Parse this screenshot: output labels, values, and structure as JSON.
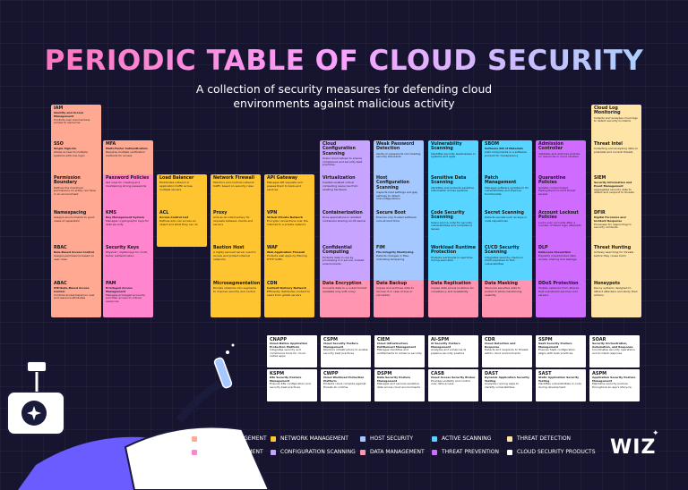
{
  "header": {
    "title": "PERIODIC TABLE OF CLOUD SECURITY",
    "subtitle": "A collection of security measures for defending cloud environments against malicious activity"
  },
  "colors": {
    "identity": "#ffa892",
    "network": "#ffc531",
    "host": "#a4c8ff",
    "active": "#57d4ff",
    "threat_detection": "#ffe4a8",
    "secret": "#ff86ce",
    "configuration": "#c6a4ff",
    "data": "#ff95b1",
    "threat_prevention": "#d06bff",
    "cloud_products": "#ffffff"
  },
  "elements": [
    {
      "name": "IAM",
      "sub": "Identity and Access Management",
      "desc": "Controls user and machine access to resources",
      "cat": "identity"
    },
    {
      "name": "SSO",
      "sub": "Single Sign-On",
      "desc": "Allows access to multiple systems with one login",
      "cat": "identity"
    },
    {
      "name": "MFA",
      "sub": "Multi-Factor Authentication",
      "desc": "Requires multiple verification methods for access",
      "cat": "identity"
    },
    {
      "name": "Permission Boundary",
      "sub": "",
      "desc": "Defines the maximum permissions an entity can have in an environment",
      "cat": "identity"
    },
    {
      "name": "Password Policies",
      "sub": "",
      "desc": "Set rules for creating and maintaining strong passwords",
      "cat": "secret"
    },
    {
      "name": "Load Balancer",
      "sub": "",
      "desc": "Distributes network or application traffic across multiple servers",
      "cat": "network"
    },
    {
      "name": "Network Firewall",
      "sub": "",
      "desc": "Monitors and controls network traffic based on security rules",
      "cat": "network"
    },
    {
      "name": "API Gateway",
      "sub": "",
      "desc": "Manages API requests and passes them to back-end services",
      "cat": "network"
    },
    {
      "name": "Namespacing",
      "sub": "",
      "desc": "Assigns environments to good cases of separation",
      "cat": "identity"
    },
    {
      "name": "KMS",
      "sub": "Key Management System",
      "desc": "Manages cryptographic keys for data security",
      "cat": "secret"
    },
    {
      "name": "ACL",
      "sub": "Access Control List",
      "desc": "Defines who can access an object and what they can do",
      "cat": "network"
    },
    {
      "name": "Proxy",
      "sub": "",
      "desc": "Acts as an intermediary for requests between clients and servers",
      "cat": "network"
    },
    {
      "name": "VPN",
      "sub": "Virtual Private Network",
      "desc": "Encrypts connections over the internet to a private network",
      "cat": "network"
    },
    {
      "name": "RBAC",
      "sub": "Role-Based Access Control",
      "desc": "Assigns permissions based on user roles",
      "cat": "identity"
    },
    {
      "name": "Security Keys",
      "sub": "",
      "desc": "Physical / digital keys for multi-factor authentication",
      "cat": "secret"
    },
    {
      "name": "Bastion Host",
      "sub": "",
      "desc": "A highly secured server used to access and protect internal networks",
      "cat": "network"
    },
    {
      "name": "WAF",
      "sub": "Web Application Firewall",
      "desc": "Protects web apps by filtering HTTP traffic",
      "cat": "network"
    },
    {
      "name": "ABAC",
      "sub": "Attribute-Based Access Control",
      "desc": "Controls access based on user and resource attributes",
      "cat": "identity"
    },
    {
      "name": "PAM",
      "sub": "Privileged Access Management",
      "desc": "Manages privileged accounts and their access to critical resources",
      "cat": "secret"
    },
    {
      "name": "Microsegmentation",
      "sub": "",
      "desc": "Divides networks into segments to improve security and control",
      "cat": "network"
    },
    {
      "name": "CDN",
      "sub": "Content Delivery Network",
      "desc": "Efficiently distributes content to users from global servers",
      "cat": "network"
    },
    {
      "name": "Cloud Configuration Scanning",
      "sub": "",
      "desc": "Scans cloud setups to ensure compliance and security best practices",
      "cat": "configuration"
    },
    {
      "name": "Weak Password Detection",
      "sub": "",
      "desc": "Alerts on passwords not meeting security standards",
      "cat": "host"
    },
    {
      "name": "Vulnerability Scanning",
      "sub": "",
      "desc": "Identifies security weaknesses in systems and apps",
      "cat": "active"
    },
    {
      "name": "SBOM",
      "sub": "Software Bill of Materials",
      "desc": "Lists components in a software product for transparency",
      "cat": "active"
    },
    {
      "name": "Virtualization",
      "sub": "",
      "desc": "Creates isolated virtual computing resources from existing hardware",
      "cat": "configuration"
    },
    {
      "name": "Host Configuration Scanning",
      "sub": "",
      "desc": "Inspects host settings and gap settings to detect misconfigurations",
      "cat": "host"
    },
    {
      "name": "Sensitive Data Scanning",
      "sub": "",
      "desc": "Identifies and protects sensitive information across systems",
      "cat": "active"
    },
    {
      "name": "Patch Management",
      "sub": "",
      "desc": "Manages software updates to fix vulnerabilities and improve functionality",
      "cat": "active"
    },
    {
      "name": "Containerization",
      "sub": "",
      "desc": "Runs applications in isolated containers sharing an OS kernel",
      "cat": "configuration"
    },
    {
      "name": "Secure Boot",
      "sub": "",
      "desc": "Ensures only trusted software runs at boot time",
      "cat": "host"
    },
    {
      "name": "Code Security Scanning",
      "sub": "",
      "desc": "Scans source code for security vulnerabilities and compliance issues",
      "cat": "active"
    },
    {
      "name": "Secret Scanning",
      "sub": "",
      "desc": "Detects secrets such as keys in code repositories",
      "cat": "active"
    },
    {
      "name": "Confidential Computing",
      "sub": "",
      "desc": "Protects data in use by processing it in secure, trusted environments",
      "cat": "configuration"
    },
    {
      "name": "FIM",
      "sub": "File Integrity Monitoring",
      "desc": "Detects changes in files, indicating tampering",
      "cat": "host"
    },
    {
      "name": "Workload Runtime Protection",
      "sub": "",
      "desc": "Protects workloads in real time during execution",
      "cat": "active"
    },
    {
      "name": "CI/CD Security Scanning",
      "sub": "",
      "desc": "Integrates security checks in CI/CD pipelines to find vulnerabilities",
      "cat": "active"
    },
    {
      "name": "Data Encryption",
      "sub": "",
      "desc": "Converts data to a coded format readable only with a key",
      "cat": "data"
    },
    {
      "name": "Data Backup",
      "sub": "",
      "desc": "Copies and archives data to recover it in case of loss or corruption",
      "cat": "data"
    },
    {
      "name": "Data Replication",
      "sub": "",
      "desc": "Copies data across locations for consistency and availability",
      "cat": "data"
    },
    {
      "name": "Data Masking",
      "sub": "",
      "desc": "Obscures sensitive data to protect it while maintaining usability",
      "cat": "data"
    },
    {
      "name": "Admission Controller",
      "sub": "",
      "desc": "Validates and enforces policies on resources in cloud clusters",
      "cat": "threat_prevention"
    },
    {
      "name": "Quarantine Policies",
      "sub": "",
      "desc": "Isolates compromised files/systems to limit threat spread",
      "cat": "threat_prevention"
    },
    {
      "name": "Account Lockout Policies",
      "sub": "",
      "desc": "Locks user accounts after a number of failed login attempts",
      "cat": "threat_prevention"
    },
    {
      "name": "DLP",
      "sub": "Data Loss Prevention",
      "desc": "Prevents unauthorized data access, sharing and leakage",
      "cat": "threat_prevention"
    },
    {
      "name": "DDoS Protection",
      "sub": "",
      "desc": "Shields networks from attacks that overwhelm services and servers",
      "cat": "threat_prevention"
    },
    {
      "name": "Cloud Log Monitoring",
      "sub": "",
      "desc": "Collects and analyzes cloud logs to detect security incidents",
      "cat": "threat_detection"
    },
    {
      "name": "Threat Intel",
      "sub": "",
      "desc": "Collecting and analyzing data on potential and current threats",
      "cat": "threat_detection"
    },
    {
      "name": "SIEM",
      "sub": "Security Information and Event Management",
      "desc": "Aggregates security data to detect and respond to threats",
      "cat": "threat_detection"
    },
    {
      "name": "DFIR",
      "sub": "Digital Forensics and Incident Response",
      "desc": "Processes for responding to security incidents",
      "cat": "threat_detection"
    },
    {
      "name": "Threat Hunting",
      "sub": "",
      "desc": "Actively searching for threats before they cause harm",
      "cat": "threat_detection"
    },
    {
      "name": "Honeypots",
      "sub": "",
      "desc": "Decoy systems designed to attract attackers and study their actions",
      "cat": "threat_detection"
    }
  ],
  "products": [
    {
      "name": "CNAPP",
      "sub": "Cloud-Native Application Protection Platform",
      "desc": "Integrates security and compliance tools for cloud-native apps"
    },
    {
      "name": "CSPM",
      "sub": "Cloud Security Posture Management",
      "desc": "Monitors infrastructure to enable security best practices"
    },
    {
      "name": "CIEM",
      "sub": "Cloud Infrastructure Entitlement Management",
      "desc": "Manages identities and entitlements to enhance security"
    },
    {
      "name": "AI-SPM",
      "sub": "AI Security Posture Management",
      "desc": "Analyzes and enhances AI pipeline security posture"
    },
    {
      "name": "CDR",
      "sub": "Cloud Detection and Response",
      "desc": "Detects and responds to threats within cloud environments"
    },
    {
      "name": "SSPM",
      "sub": "SaaS Security Posture Management",
      "desc": "Ensures SaaS configuration aligns with best practices"
    },
    {
      "name": "SOAR",
      "sub": "Security Orchestration, Automation, and Response",
      "desc": "Coordinates security operations and incident response"
    },
    {
      "name": "KSPM",
      "sub": "K8s Security Posture Management",
      "desc": "Ensures K8s configuration and security best practices"
    },
    {
      "name": "CWPP",
      "sub": "Cloud Workload Protection Platform",
      "desc": "Protects cloud compute against threats at runtime"
    },
    {
      "name": "DSPM",
      "sub": "Data Security Posture Management",
      "desc": "Manages and secures sensitive data across cloud environments"
    },
    {
      "name": "CASB",
      "sub": "Cloud Access Security Broker",
      "desc": "Provides visibility and control over data access"
    },
    {
      "name": "DAST",
      "sub": "Dynamic Application Security Testing",
      "desc": "Analyzes running apps to identify vulnerabilities"
    },
    {
      "name": "SAST",
      "sub": "Static Application Security Testing",
      "desc": "Identifies vulnerabilities in code during development"
    },
    {
      "name": "ASPM",
      "sub": "Application Security Posture Management",
      "desc": "Maintains security posture throughout an app's lifecycle"
    }
  ],
  "legend": [
    {
      "label": "IDENTITY MANAGEMENT",
      "cat": "identity"
    },
    {
      "label": "NETWORK MANAGEMENT",
      "cat": "network"
    },
    {
      "label": "HOST SECURITY",
      "cat": "host"
    },
    {
      "label": "ACTIVE SCANNING",
      "cat": "active"
    },
    {
      "label": "THREAT DETECTION",
      "cat": "threat_detection"
    },
    {
      "label": "SECRET MANAGEMENT",
      "cat": "secret"
    },
    {
      "label": "CONFIGURATION SCANNING",
      "cat": "configuration"
    },
    {
      "label": "DATA MANAGEMENT",
      "cat": "data"
    },
    {
      "label": "THREAT PREVENTION",
      "cat": "threat_prevention"
    },
    {
      "label": "CLOUD SECURITY PRODUCTS",
      "cat": "cloud_products"
    }
  ],
  "brand": {
    "logo": "WIZ"
  }
}
